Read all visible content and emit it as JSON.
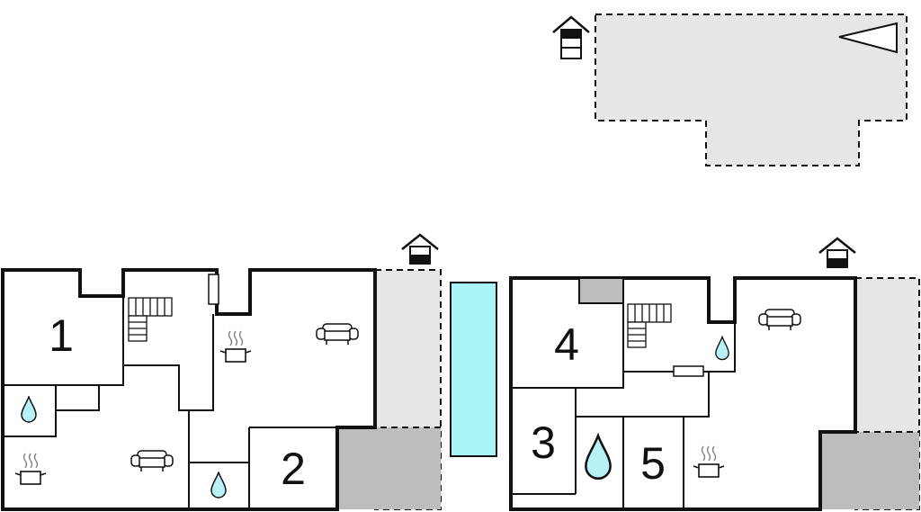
{
  "colors": {
    "wall": "#111111",
    "terrace": "#e6e6e6",
    "shaded": "#bdbdbd",
    "pool": "#a8f4f7",
    "water_drop": "#b8f0f7"
  },
  "rooms": {
    "room1": "1",
    "room2": "2",
    "room3": "3",
    "room4": "4",
    "room5": "5"
  },
  "icons": {
    "entrance": "house-entrance-icon",
    "compass": "north-arrow-icon",
    "bathroom": "water-drop-icon",
    "kitchen": "cooking-pot-icon",
    "living": "sofa-icon",
    "stairs": "staircase-icon"
  }
}
